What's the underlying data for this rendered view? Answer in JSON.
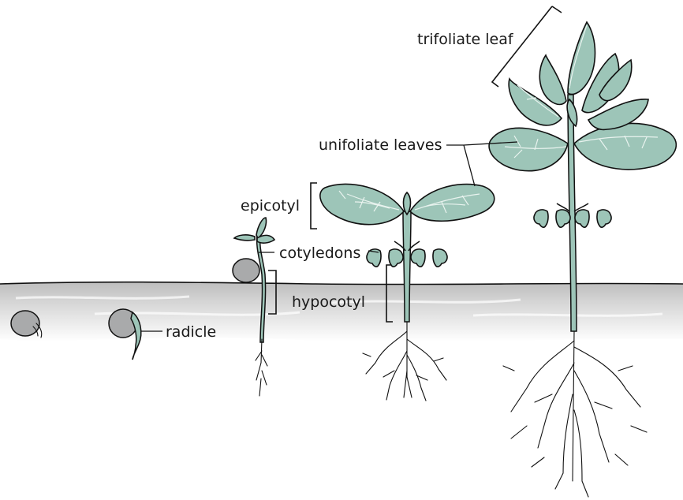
{
  "labels": {
    "trifoliate_leaf": "trifoliate leaf",
    "unifoliate_leaves": "unifoliate leaves",
    "epicotyl": "epicotyl",
    "cotyledons": "cotyledons",
    "hypocotyl": "hypocotyl",
    "radicle": "radicle"
  },
  "colors": {
    "leaf": "#9dc5b8",
    "seed": "#a9aaab",
    "soil": "#c9c9c9",
    "line": "#111111"
  }
}
